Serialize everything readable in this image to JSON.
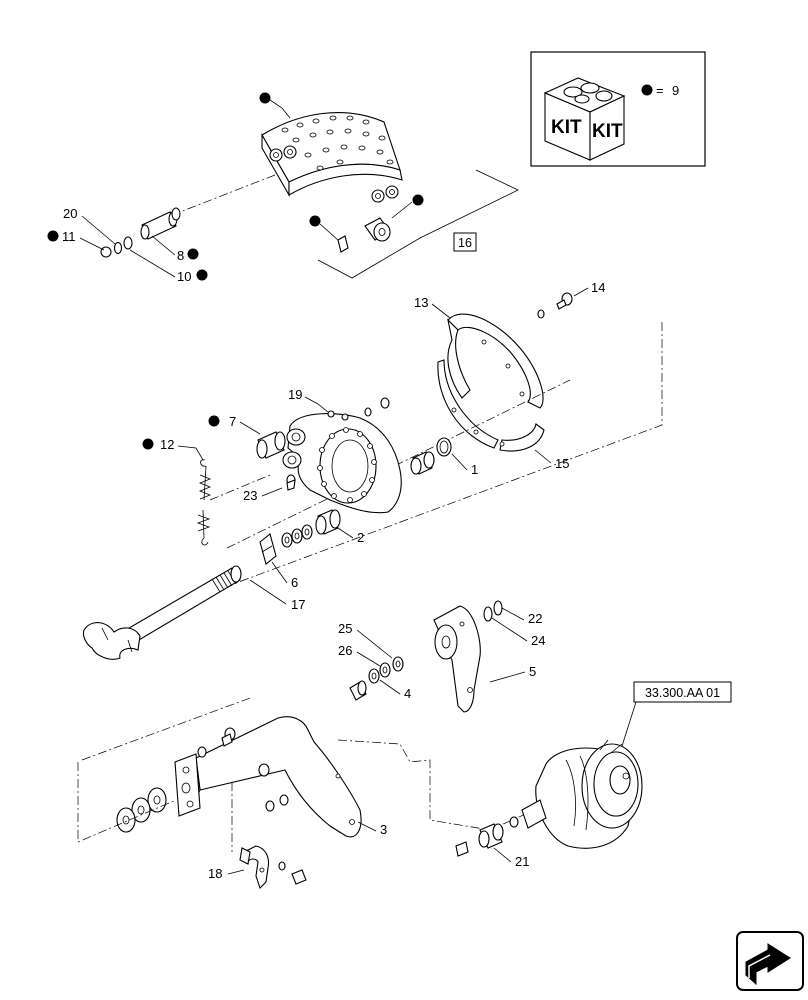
{
  "diagram": {
    "colors": {
      "ink": "#000000",
      "paper": "#ffffff"
    },
    "kit_box": {
      "label_left": "KIT",
      "label_right": "KIT",
      "legend_value": "9",
      "legend_symbol": "="
    },
    "references": {
      "brake_chamber": "33.300.AA 01",
      "shoe_kit_group": "16"
    },
    "callouts": {
      "c1": "1",
      "c2": "2",
      "c3": "3",
      "c4": "4",
      "c5": "5",
      "c6": "6",
      "c7": "7",
      "c8": "8",
      "c10": "10",
      "c11": "11",
      "c12": "12",
      "c13": "13",
      "c14": "14",
      "c15": "15",
      "c17": "17",
      "c18": "18",
      "c19": "19",
      "c20": "20",
      "c21": "21",
      "c22": "22",
      "c23": "23",
      "c24": "24",
      "c25": "25",
      "c26": "26"
    },
    "nav_icon": "next-page-arrow-icon"
  }
}
